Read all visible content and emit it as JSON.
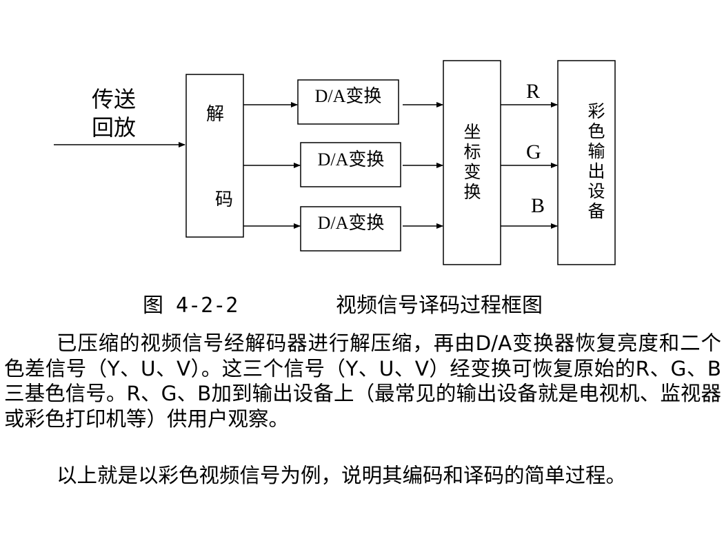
{
  "diagram": {
    "input_label_line1": "传送",
    "input_label_line2": "回放",
    "decoder_char1": "解",
    "decoder_char2": "码",
    "da_label_1": "D/A变换",
    "da_label_2": "D/A变换",
    "da_label_3": "D/A变换",
    "coord_label": [
      "坐",
      "标",
      "变",
      "换"
    ],
    "signal_r": "R",
    "signal_g": "G",
    "signal_b": "B",
    "output_label": [
      "彩",
      "色",
      "输",
      "出",
      "设",
      "备"
    ]
  },
  "caption": {
    "number": "图 4-2-2",
    "title": "视频信号译码过程框图"
  },
  "body": {
    "paragraph1": "已压缩的视频信号经解码器进行解压缩，再由D/A变换器恢复亮度和二个色差信号（Y、U、V）。这三个信号（Y、U、V）经变换可恢复原始的R、G、B三基色信号。R、G、B加到输出设备上（最常见的输出设备就是电视机、监视器或彩色打印机等）供用户观察。",
    "paragraph2": "以上就是以彩色视频信号为例，说明其编码和译码的简单过程。"
  }
}
